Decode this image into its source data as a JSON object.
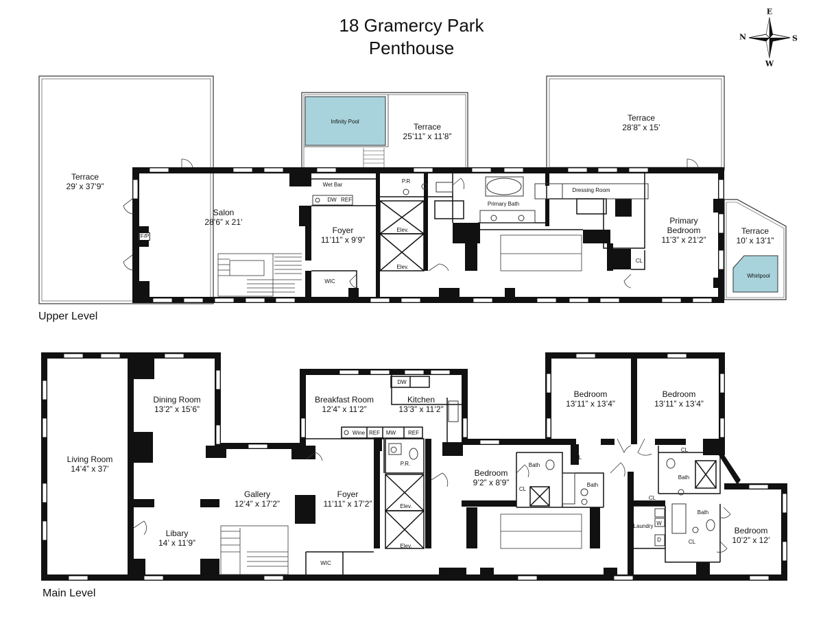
{
  "title": {
    "line1": "18 Gramercy Park",
    "line2": "Penthouse"
  },
  "compass": {
    "n": "N",
    "e": "E",
    "s": "S",
    "w": "W"
  },
  "levels": {
    "upper": "Upper Level",
    "main": "Main Level"
  },
  "colors": {
    "wall": "#111111",
    "water": "#a9d3dc",
    "window": "#ffffff",
    "line": "#333333"
  },
  "upper_rooms": {
    "terrace_west": {
      "name": "Terrace",
      "dims": "29’ x 37’9”"
    },
    "salon": {
      "name": "Salon",
      "dims": "28’6” x 21’"
    },
    "fp": {
      "name": "F/P"
    },
    "infinity_pool": {
      "name": "Infinity Pool"
    },
    "terrace_mid": {
      "name": "Terrace",
      "dims": "25’11” x 11’8”"
    },
    "terrace_east": {
      "name": "Terrace",
      "dims": "28’8” x 15’"
    },
    "wet_bar": {
      "name": "Wet Bar"
    },
    "dw": {
      "name": "DW"
    },
    "ref": {
      "name": "REF"
    },
    "foyer": {
      "name": "Foyer",
      "dims": "11’11” x 9’9”"
    },
    "wic": {
      "name": "WIC"
    },
    "pr": {
      "name": "P.R"
    },
    "elev1": {
      "name": "Elev."
    },
    "elev2": {
      "name": "Elev."
    },
    "primary_bath": {
      "name": "Primary Bath"
    },
    "dressing_room": {
      "name": "Dressing Room"
    },
    "primary_bedroom": {
      "name1": "Primary",
      "name2": "Bedroom",
      "dims": "11’3” x 21’2”"
    },
    "cl": {
      "name": "CL"
    },
    "terrace_small": {
      "name": "Terrace",
      "dims": "10’ x 13’1”"
    },
    "whirlpool": {
      "name": "Whirlpool"
    }
  },
  "main_rooms": {
    "living_room": {
      "name": "Living Room",
      "dims": "14’4” x 37’"
    },
    "dining_room": {
      "name": "Dining Room",
      "dims": "13’2” x 15’6”"
    },
    "library": {
      "name": "Libary",
      "dims": "14’ x 11’9”"
    },
    "gallery": {
      "name": "Gallery",
      "dims": "12’4” x 17’2”"
    },
    "foyer": {
      "name": "Foyer",
      "dims": "11’11” x 17’2”"
    },
    "breakfast_room": {
      "name": "Breakfast Room",
      "dims": "12’4” x 11’2”"
    },
    "kitchen": {
      "name": "Kitchen",
      "dims": "13’3” x 11’2”"
    },
    "dw": {
      "name": "DW"
    },
    "wine": {
      "name": "Wine"
    },
    "ref1": {
      "name": "REF"
    },
    "mw": {
      "name": "MW"
    },
    "ref2": {
      "name": "REF"
    },
    "pr": {
      "name": "P.R."
    },
    "elev1": {
      "name": "Elev."
    },
    "elev2": {
      "name": "Elev."
    },
    "wic": {
      "name": "WIC"
    },
    "bedroom_small": {
      "name": "Bedroom",
      "dims": "9’2” x 8’9”"
    },
    "bath1": {
      "name": "Bath"
    },
    "cl1": {
      "name": "CL"
    },
    "cl2": {
      "name": "CL"
    },
    "bath2": {
      "name": "Bath"
    },
    "bedroom_a": {
      "name": "Bedroom",
      "dims": "13’11” x 13’4”"
    },
    "bedroom_b": {
      "name": "Bedroom",
      "dims": "13’11” x 13’4”"
    },
    "cl3": {
      "name": "CL"
    },
    "cl4": {
      "name": "CL"
    },
    "bath3": {
      "name": "Bath"
    },
    "laundry": {
      "name": "Laundry"
    },
    "w": {
      "name": "W"
    },
    "d": {
      "name": "D"
    },
    "bath4": {
      "name": "Bath"
    },
    "cl5": {
      "name": "CL"
    },
    "bedroom_c": {
      "name": "Bedroom",
      "dims": "10’2” x 12’"
    }
  }
}
